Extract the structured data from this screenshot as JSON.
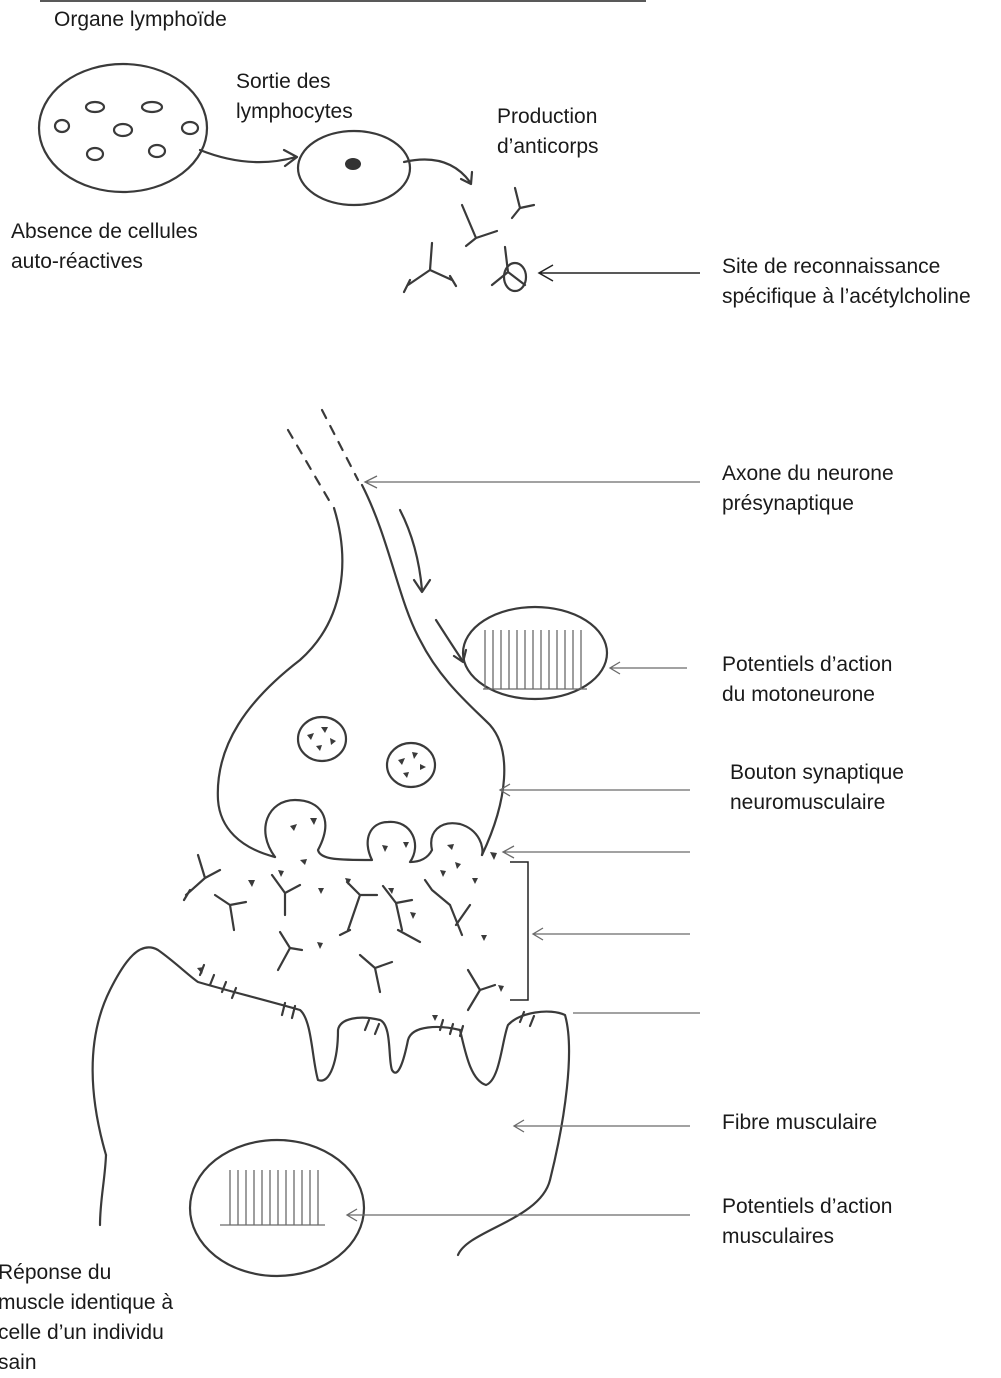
{
  "labels": {
    "organ": "Organe lymphoïde",
    "exit": "Sortie des\nlymphocytes",
    "production": "Production\nd’anticorps",
    "absence": "Absence de cellules\nauto-réactives",
    "site": "Site de reconnaissance\nspécifique à l’acétylcholine",
    "axon": "Axone du neurone\nprésynaptique",
    "ap_motoneuron": "Potentiels d’action\ndu motoneurone",
    "bouton": "Bouton synaptique\nneuromusculaire",
    "fibre": "Fibre musculaire",
    "ap_muscle": "Potentiels d’action\nmusculaires",
    "response": "Réponse du\nmuscle identique à\ncelle d’un individu\nsain"
  }
}
